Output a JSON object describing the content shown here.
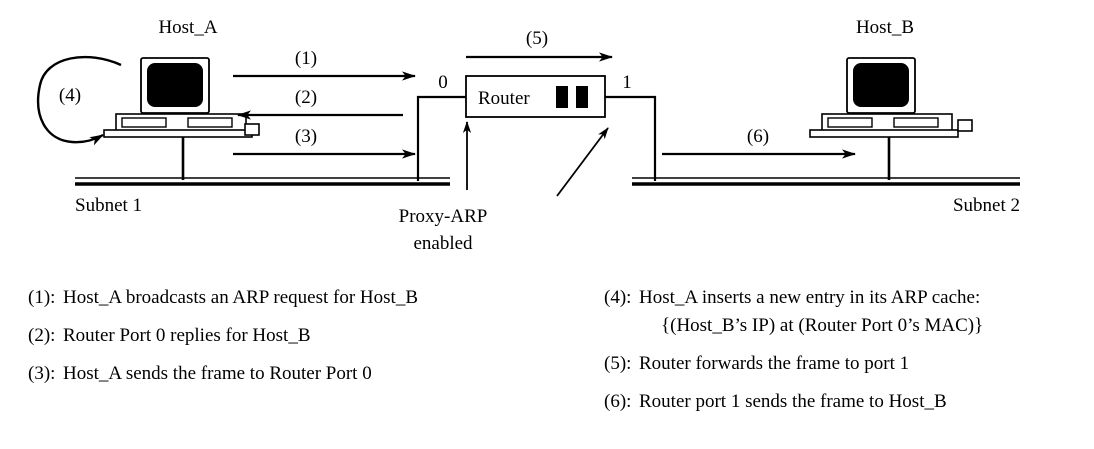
{
  "figure": {
    "type": "network-diagram",
    "topic": "Proxy-ARP operation between two subnets"
  },
  "nodes": {
    "host_a_label": "Host_A",
    "host_b_label": "Host_B",
    "router_label": "Router",
    "router_port0_label": "0",
    "router_port1_label": "1",
    "subnet1_label": "Subnet 1",
    "subnet2_label": "Subnet  2"
  },
  "annotations": {
    "proxy_arp_line1": "Proxy-ARP",
    "proxy_arp_line2": "enabled"
  },
  "flows": {
    "step1": "(1)",
    "step2": "(2)",
    "step3": "(3)",
    "step4": "(4)",
    "step5": "(5)",
    "step6": "(6)"
  },
  "legend": {
    "left_column": [
      {
        "key": "(1):",
        "text": "Host_A broadcasts an ARP request for Host_B"
      },
      {
        "key": "(2):",
        "text": "Router Port 0 replies for Host_B"
      },
      {
        "key": "(3):",
        "text": "Host_A sends the frame to Router Port 0"
      }
    ],
    "right_column": [
      {
        "key": "(4):",
        "text": "Host_A inserts a new entry in its ARP cache:",
        "continuation": "{(Host_B’s IP) at (Router Port 0’s MAC)}"
      },
      {
        "key": "(5):",
        "text": "Router forwards the frame to port 1",
        "continuation": ""
      },
      {
        "key": "(6):",
        "text": "Router port 1 sends the frame to Host_B",
        "continuation": ""
      }
    ]
  },
  "colors": {
    "ink": "#000000",
    "paper": "#ffffff"
  }
}
